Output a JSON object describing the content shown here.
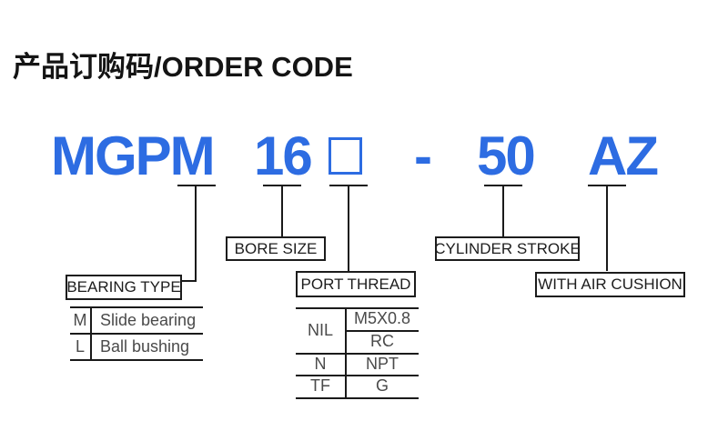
{
  "title": "产品订购码/ORDER CODE",
  "order_code": {
    "series": "MGPM",
    "bore": "16",
    "placeholder_symbol": "□",
    "separator": "-",
    "stroke": "50",
    "suffix": "AZ"
  },
  "sections": {
    "bearing_type": {
      "label": "BEARING TYPE",
      "rows": [
        [
          "M",
          "Slide bearing"
        ],
        [
          "L",
          "Ball bushing"
        ]
      ]
    },
    "bore_size": {
      "label": "BORE SIZE"
    },
    "port_thread": {
      "label": "PORT THREAD",
      "codes": [
        "NIL",
        "N",
        "TF"
      ],
      "values": [
        "M5X0.8",
        "RC",
        "NPT",
        "G"
      ]
    },
    "cylinder_stroke": {
      "label": "CYLINDER STROKE"
    },
    "with_air_cushion": {
      "label": "WITH AIR CUSHION"
    }
  },
  "colors": {
    "code_blue": "#2d6ce2",
    "line_black": "#1a1a1a",
    "table_text": "#4a4a4a"
  }
}
